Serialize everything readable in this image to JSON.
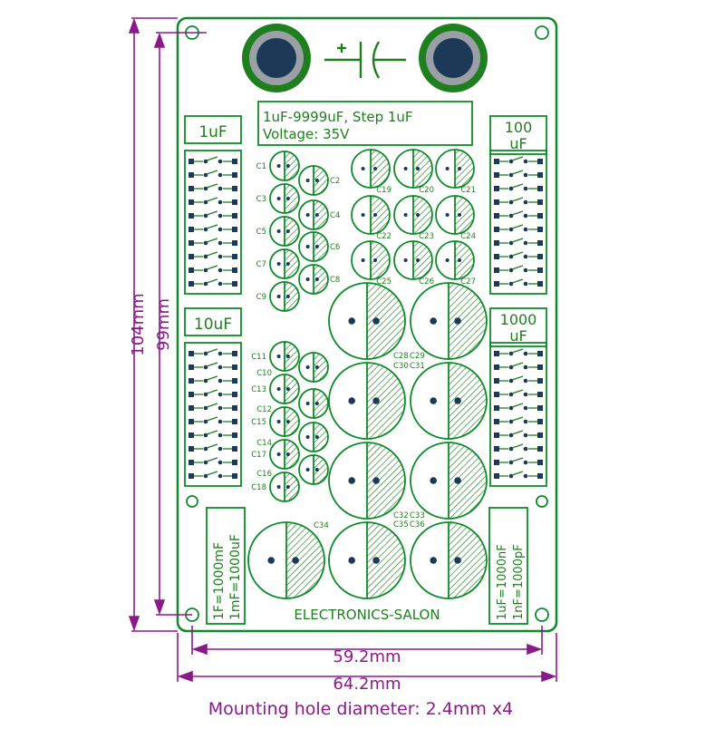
{
  "board": {
    "title_line1": "1uF-9999uF, Step 1uF",
    "title_line2": "Voltage: 35V",
    "footer": "ELECTRONICS-SALON",
    "left_note_1": "1F=1000mF",
    "left_note_2": "1mF=1000uF",
    "right_note_1": "1uF=1000nF",
    "right_note_2": "1nF=1000pF"
  },
  "banks": {
    "b1": "1uF",
    "b10": "10uF",
    "b100_1": "100",
    "b100_2": "uF",
    "b1000_1": "1000",
    "b1000_2": "uF"
  },
  "capacitors": {
    "small_left_a": [
      "C1",
      "C3",
      "C5",
      "C7",
      "C9"
    ],
    "small_right_a": [
      "C2",
      "C4",
      "C6",
      "C8"
    ],
    "small_left_b": [
      "C11",
      "C13",
      "C15",
      "C17",
      "C18"
    ],
    "small_between_b": [
      "C10",
      "C12",
      "C14",
      "C16"
    ],
    "mid_row1": [
      "C19",
      "C20",
      "C21"
    ],
    "mid_row2": [
      "C22",
      "C23",
      "C24"
    ],
    "mid_row3": [
      "C25",
      "C26",
      "C27"
    ],
    "big_labels": [
      "C28",
      "C29",
      "C30",
      "C31",
      "C32",
      "C33",
      "C34",
      "C35",
      "C36"
    ]
  },
  "dimensions": {
    "outer_height": "104mm",
    "inner_height": "99mm",
    "inner_width": "59.2mm",
    "outer_width": "64.2mm",
    "mounting_note": "Mounting hole diameter: 2.4mm x4"
  },
  "colors": {
    "pcb": "#ffffff",
    "outline": "#0e8a2a",
    "copper": "#1f7f1f",
    "pad": "#1c3a58",
    "dimension": "#8a1a8a"
  }
}
